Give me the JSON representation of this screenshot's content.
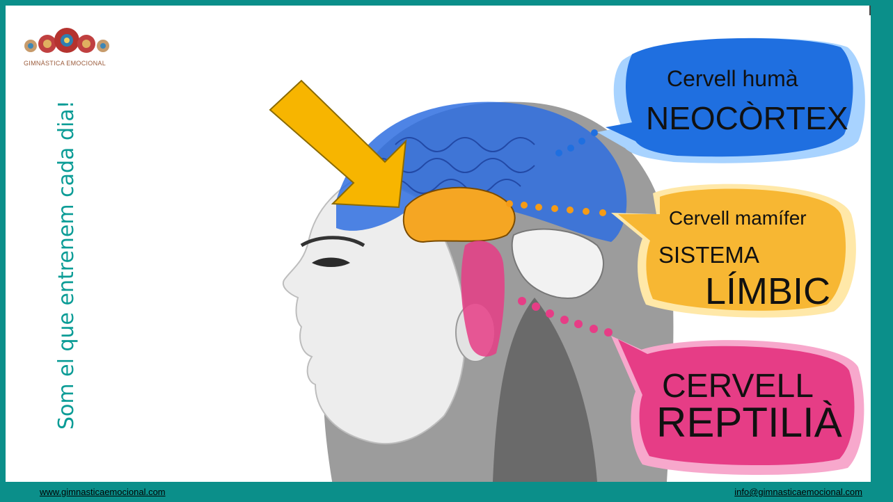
{
  "logo": {
    "text": "GIMNÀSTICA EMOCIONAL"
  },
  "tagline": "Som el que entrenem cada dia!",
  "bubbles": {
    "neocortex": {
      "line1": "Cervell humà",
      "line2": "NEOCÒRTEX"
    },
    "limbic": {
      "line1": "Cervell mamífer",
      "line2": "SISTEMA",
      "line3": "LÍMBIC"
    },
    "reptilian": {
      "line1": "CERVELL",
      "line2": "REPTILIÀ"
    }
  },
  "footer": {
    "left_link": "www.gimnasticaemocional.com",
    "right_link": "info@gimnasticaemocional.com"
  },
  "colors": {
    "frame": "#0b8f8a",
    "tagline": "#0b9c96",
    "neocortex": "#1f6fe0",
    "limbic": "#f5b12b",
    "reptilian": "#e63d86",
    "arrow": "#f7b500"
  }
}
